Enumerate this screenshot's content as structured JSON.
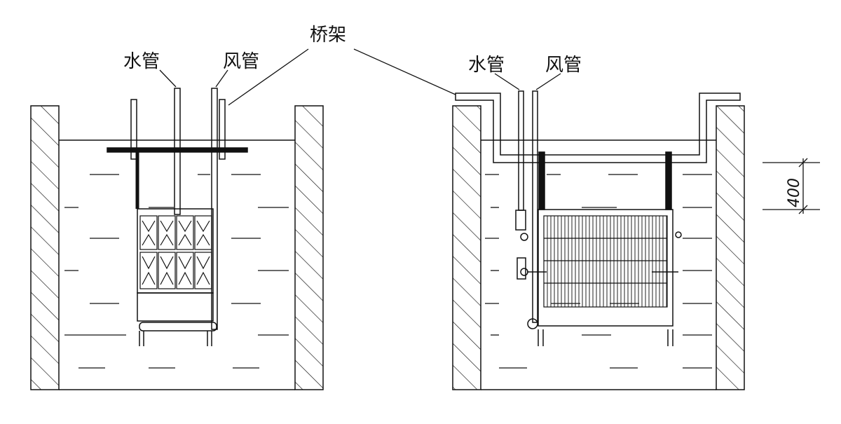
{
  "labels": {
    "bridge": "桥架",
    "left_water_pipe": "水管",
    "left_air_pipe": "风管",
    "right_water_pipe": "水管",
    "right_air_pipe": "风管"
  },
  "dimension": {
    "value": "400"
  },
  "colors": {
    "line": "#111111",
    "background": "#ffffff"
  }
}
